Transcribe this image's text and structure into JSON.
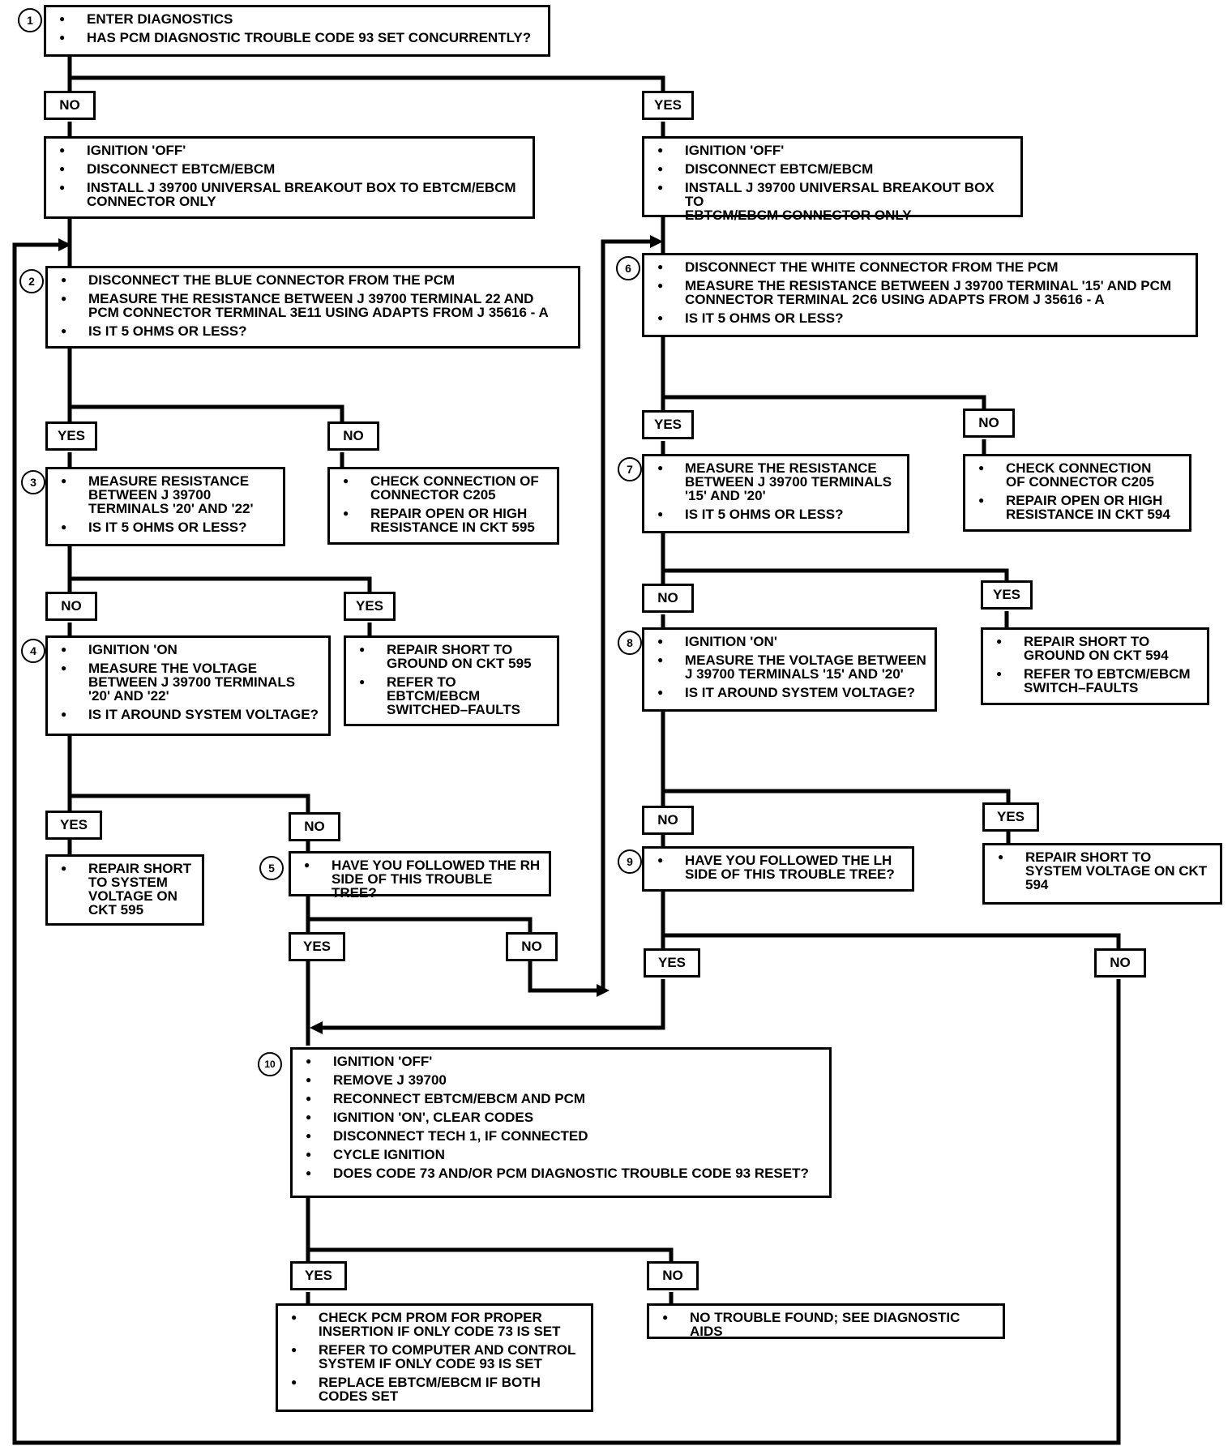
{
  "steps": {
    "s1": {
      "num": "1",
      "items": [
        "ENTER DIAGNOSTICS",
        "HAS PCM  DIAGNOSTIC TROUBLE CODE 93 SET CONCURRENTLY?"
      ]
    },
    "s1_no": {
      "items": [
        "IGNITION 'OFF'",
        "DISCONNECT EBTCM/EBCM",
        "INSTALL J 39700 UNIVERSAL BREAKOUT BOX TO EBTCM/EBCM\nCONNECTOR ONLY"
      ]
    },
    "s1_yes": {
      "items": [
        "IGNITION 'OFF'",
        "DISCONNECT EBTCM/EBCM",
        "INSTALL J 39700 UNIVERSAL BREAKOUT BOX TO\nEBTCM/EBCM CONNECTOR ONLY"
      ]
    },
    "s2": {
      "num": "2",
      "items": [
        "DISCONNECT THE BLUE CONNECTOR FROM THE PCM",
        "MEASURE THE RESISTANCE BETWEEN J 39700 TERMINAL 22 AND\nPCM CONNECTOR TERMINAL 3E11 USING ADAPTS FROM  J 35616 - A",
        "IS IT 5 OHMS OR LESS?"
      ]
    },
    "s6": {
      "num": "6",
      "items": [
        "DISCONNECT THE WHITE CONNECTOR FROM THE PCM",
        "MEASURE THE RESISTANCE BETWEEN  J 39700 TERMINAL '15'  AND PCM\nCONNECTOR TERMINAL 2C6 USING ADAPTS FROM  J 35616 - A",
        "IS IT 5 OHMS OR LESS?"
      ]
    },
    "s3": {
      "num": "3",
      "items": [
        "MEASURE RESISTANCE\nBETWEEN J 39700\nTERMINALS '20' AND '22'",
        "IS IT 5 OHMS OR LESS?"
      ]
    },
    "s2_no": {
      "items": [
        "CHECK CONNECTION OF\nCONNECTOR C205",
        "REPAIR OPEN OR HIGH\nRESISTANCE IN CKT 595"
      ]
    },
    "s7": {
      "num": "7",
      "items": [
        "MEASURE THE RESISTANCE\nBETWEEN  J 39700 TERMINALS\n'15' AND '20'",
        "IS IT 5 OHMS OR LESS?"
      ]
    },
    "s6_no": {
      "items": [
        "CHECK CONNECTION\nOF CONNECTOR C205",
        "REPAIR OPEN OR HIGH\nRESISTANCE IN CKT 594"
      ]
    },
    "s4": {
      "num": "4",
      "items": [
        "IGNITION 'ON",
        "MEASURE THE VOLTAGE\nBETWEEN J 39700 TERMINALS\n'20' AND '22'",
        "IS IT AROUND SYSTEM VOLTAGE?"
      ]
    },
    "s3_yes": {
      "items": [
        "REPAIR SHORT TO\nGROUND ON CKT 595",
        "REFER TO\nEBTCM/EBCM\nSWITCHED–FAULTS"
      ]
    },
    "s8": {
      "num": "8",
      "items": [
        "IGNITION  'ON'",
        "MEASURE THE VOLTAGE BETWEEN\nJ 39700 TERMINALS '15' AND '20'",
        "IS IT AROUND SYSTEM VOLTAGE?"
      ]
    },
    "s7_yes": {
      "items": [
        "REPAIR SHORT TO\nGROUND ON CKT 594",
        "REFER TO EBTCM/EBCM\nSWITCH–FAULTS"
      ]
    },
    "s4_yes": {
      "items": [
        "REPAIR SHORT\nTO SYSTEM\nVOLTAGE ON\nCKT  595"
      ]
    },
    "s5": {
      "num": "5",
      "items": [
        "HAVE YOU FOLLOWED THE RH\nSIDE OF THIS TROUBLE TREE?"
      ]
    },
    "s9": {
      "num": "9",
      "items": [
        "HAVE YOU FOLLOWED THE LH\nSIDE OF THIS TROUBLE TREE?"
      ]
    },
    "s8_yes": {
      "items": [
        "REPAIR SHORT TO\nSYSTEM VOLTAGE ON CKT\n594"
      ]
    },
    "s10": {
      "num": "10",
      "items": [
        "IGNITION 'OFF'",
        "REMOVE J 39700",
        "RECONNECT EBTCM/EBCM AND PCM",
        "IGNITION 'ON', CLEAR CODES",
        "DISCONNECT TECH 1, IF CONNECTED",
        "CYCLE IGNITION",
        "DOES CODE 73 AND/OR PCM DIAGNOSTIC TROUBLE CODE 93 RESET?"
      ]
    },
    "s10_yes": {
      "items": [
        "CHECK PCM PROM FOR PROPER\nINSERTION IF ONLY  CODE 73 IS SET",
        "REFER TO COMPUTER  AND CONTROL\nSYSTEM  IF ONLY CODE 93 IS SET",
        "REPLACE EBTCM/EBCM IF BOTH\nCODES SET"
      ]
    },
    "s10_no": {
      "items": [
        "NO TROUBLE FOUND; SEE DIAGNOSTIC AIDS"
      ]
    }
  },
  "labels": {
    "yes": "YES",
    "no": "NO"
  }
}
